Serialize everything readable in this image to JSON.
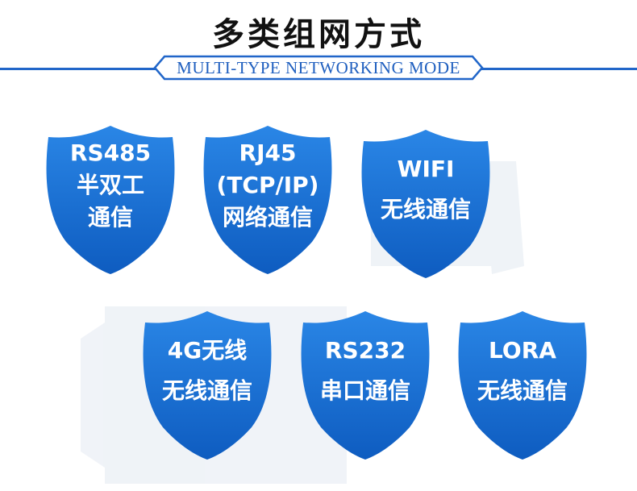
{
  "header": {
    "title": "多类组网方式",
    "subtitle": "MULTI-TYPE NETWORKING MODE"
  },
  "colors": {
    "accent": "#1f6fd6",
    "accent_dark": "#0b4fb0",
    "title": "#111111"
  },
  "modes": [
    {
      "line1": "RS485",
      "line2": "半双工",
      "line3": "通信"
    },
    {
      "line1": "RJ45",
      "line2": "(TCP/IP)",
      "line3": "网络通信"
    },
    {
      "line1": "WIFI",
      "line2": "无线通信"
    },
    {
      "line1": "4G无线",
      "line2": "无线通信"
    },
    {
      "line1": "RS232",
      "line2": "串口通信"
    },
    {
      "line1": "LORA",
      "line2": "无线通信"
    }
  ]
}
